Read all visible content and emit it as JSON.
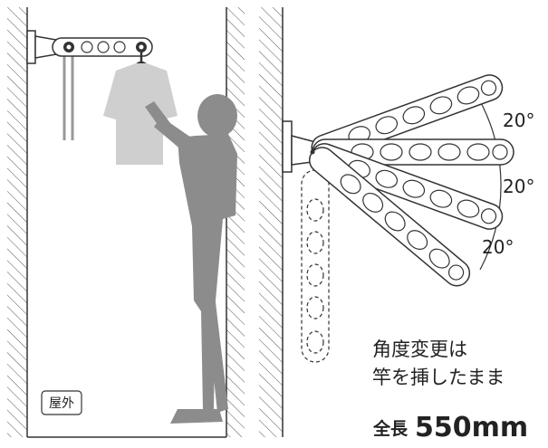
{
  "labels": {
    "outdoor": "屋外",
    "angle_top": "20°",
    "angle_mid": "20°",
    "angle_bottom": "20°",
    "caption_line1": "角度変更は",
    "caption_line2": "竿を挿したまま",
    "total_length_label": "全長",
    "total_length_value": "550mm"
  },
  "colors": {
    "line": "#3a3a3a",
    "person": "#8c8c8c",
    "shirt": "#cfcfcf",
    "wall_hatch": "#555555"
  }
}
